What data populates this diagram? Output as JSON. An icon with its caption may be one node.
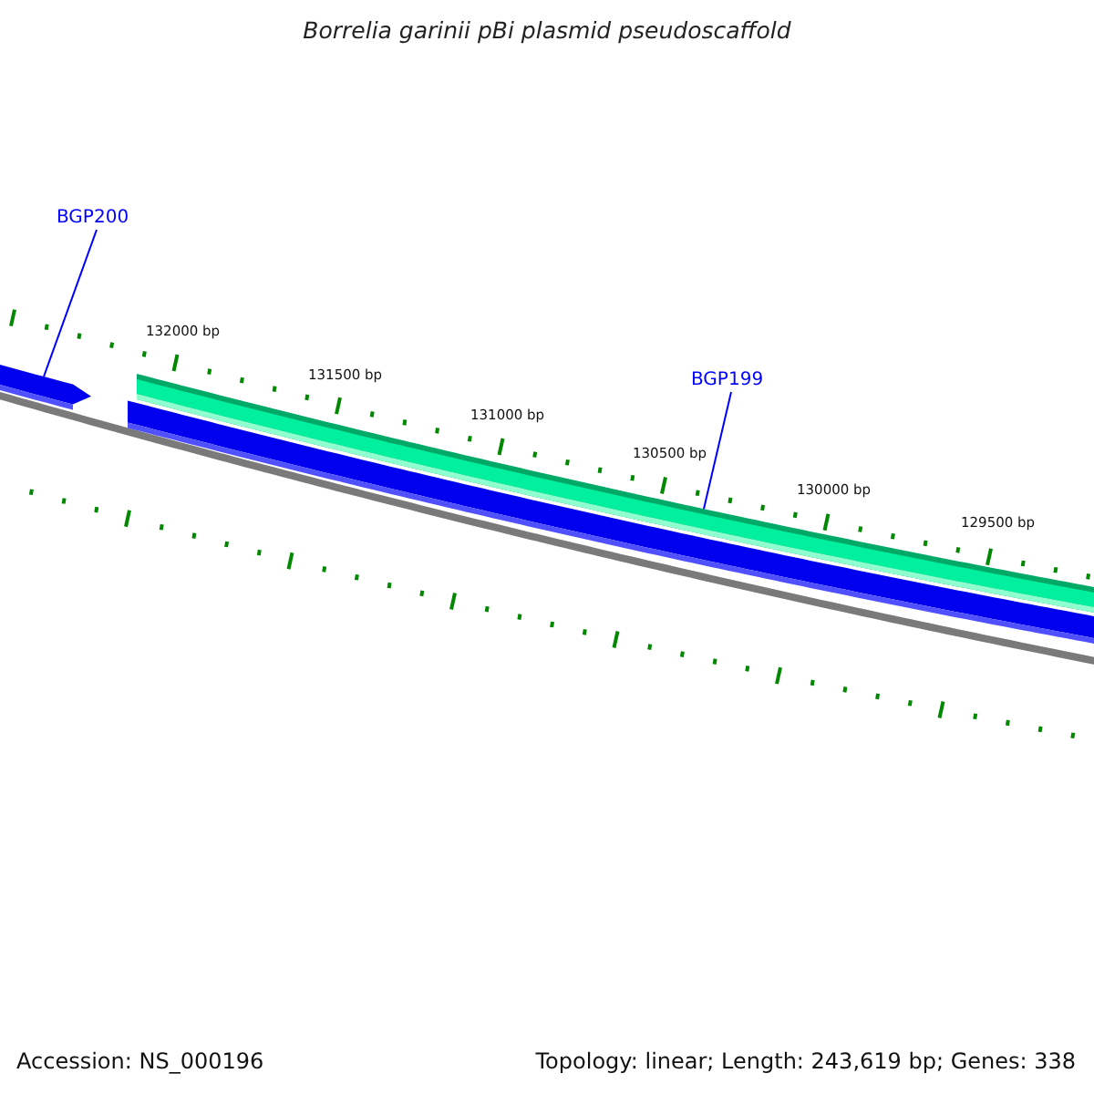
{
  "diagram": {
    "title": "Borrelia garinii pBi plasmid pseudoscaffold",
    "nodes": [
      {
        "text": [
          "BGP200"
        ]
      },
      {
        "text": [],
        "shape": "bar"
      },
      {
        "text": [
          "BGP199"
        ]
      },
      {
        "text": [],
        "shape": "bar"
      }
    ],
    "edges": [
      {
        "from": 0,
        "to": 1,
        "arrow": "none"
      },
      {
        "from": 2,
        "to": 3,
        "arrow": "none"
      }
    ],
    "labels": [
      "132000 bp",
      "131500 bp",
      "131000 bp",
      "130500 bp",
      "130000 bp",
      "129500 bp",
      "Accession: NS_000196",
      "Topology: linear; Length: 243,619 bp; Genes: 338"
    ]
  }
}
